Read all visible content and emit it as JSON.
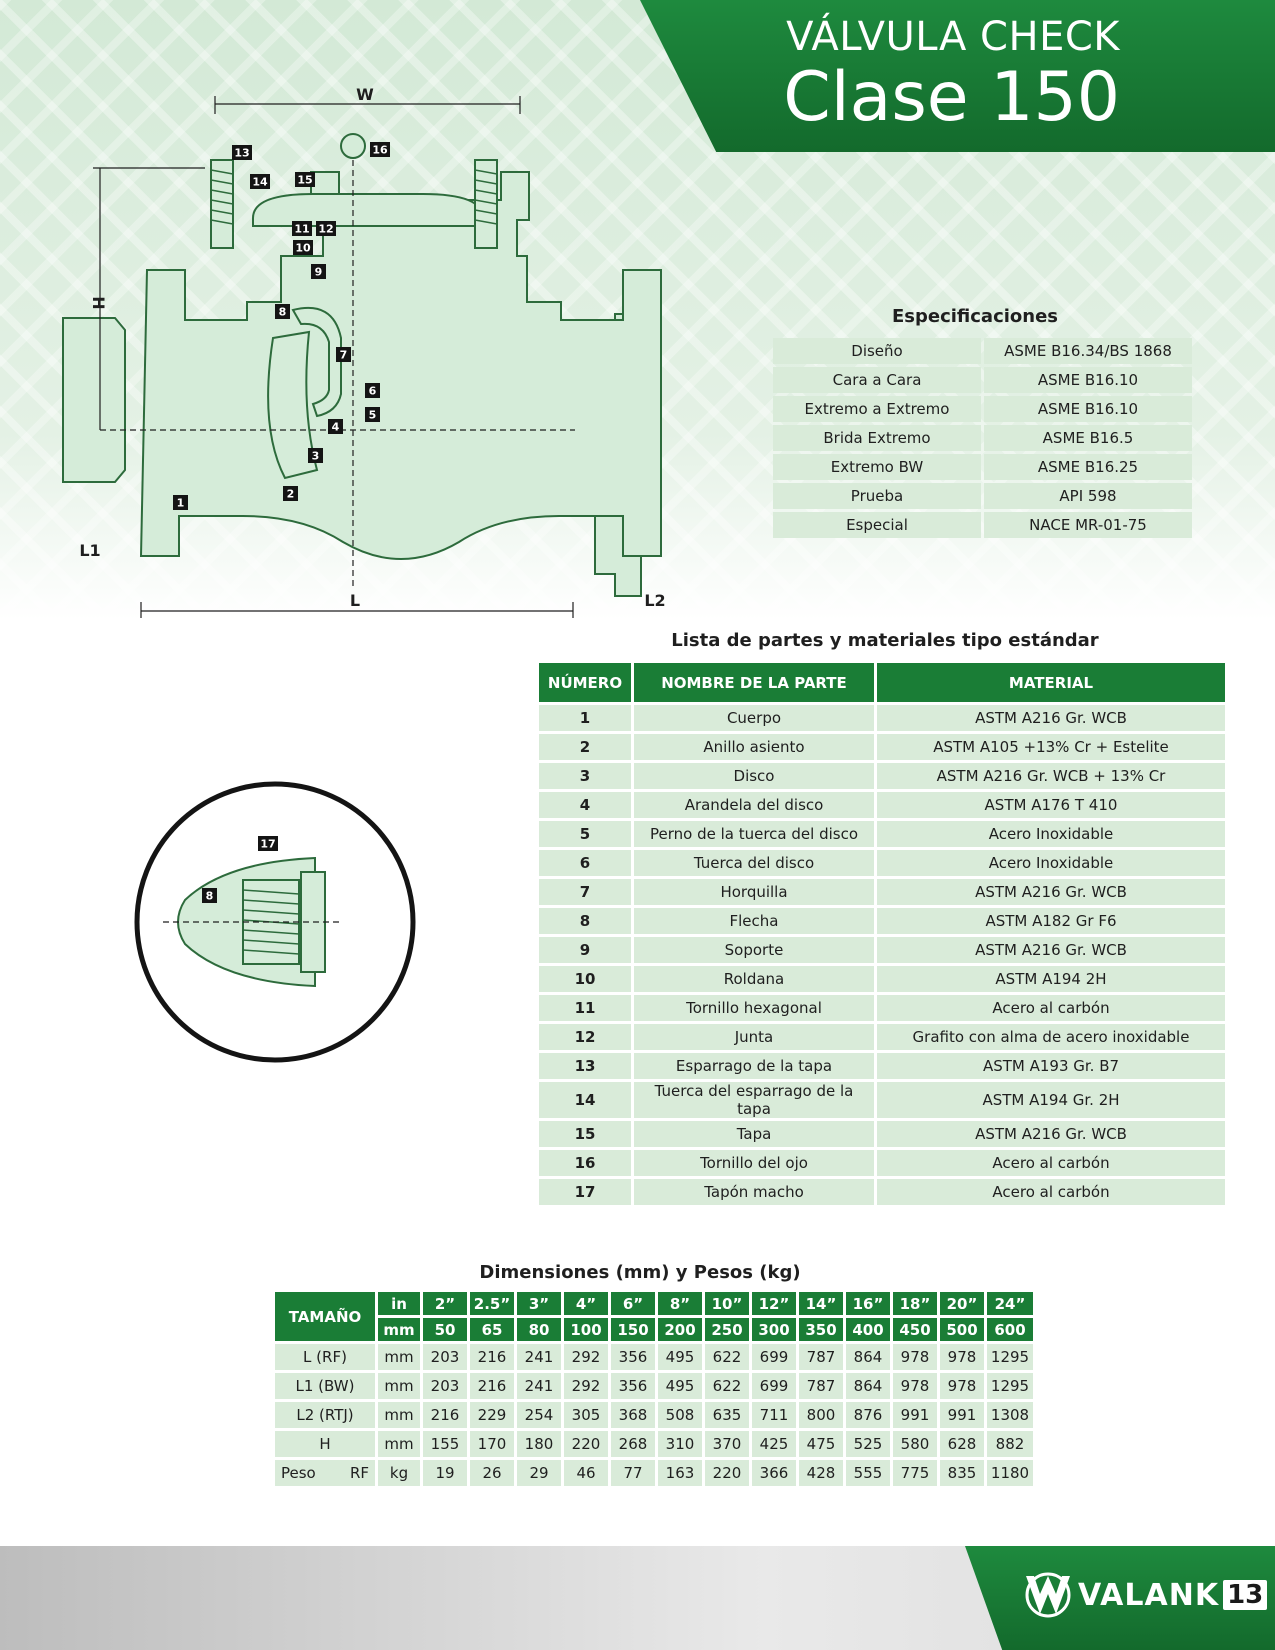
{
  "header": {
    "title_line1": "VÁLVULA CHECK",
    "title_line2": "Clase 150"
  },
  "drawing": {
    "dim_labels": {
      "w": "W",
      "h": "H",
      "l": "L",
      "l1": "L1",
      "l2": "L2"
    },
    "callouts": [
      "1",
      "2",
      "3",
      "4",
      "5",
      "6",
      "7",
      "8",
      "9",
      "10",
      "11",
      "12",
      "13",
      "14",
      "15",
      "16"
    ],
    "detail_callouts": [
      "17",
      "8"
    ]
  },
  "specs": {
    "title": "Especificaciones",
    "rows": [
      {
        "k": "Diseño",
        "v": "ASME B16.34/BS 1868"
      },
      {
        "k": "Cara a Cara",
        "v": "ASME B16.10"
      },
      {
        "k": "Extremo a Extremo",
        "v": "ASME B16.10"
      },
      {
        "k": "Brida Extremo",
        "v": "ASME B16.5"
      },
      {
        "k": "Extremo BW",
        "v": "ASME B16.25"
      },
      {
        "k": "Prueba",
        "v": "API 598"
      },
      {
        "k": "Especial",
        "v": "NACE MR-01-75"
      }
    ]
  },
  "parts": {
    "title": "Lista de partes y materiales tipo estándar",
    "headers": [
      "NÚMERO",
      "NOMBRE DE LA PARTE",
      "MATERIAL"
    ],
    "rows": [
      [
        "1",
        "Cuerpo",
        "ASTM A216 Gr. WCB"
      ],
      [
        "2",
        "Anillo asiento",
        "ASTM A105 +13% Cr + Estelite"
      ],
      [
        "3",
        "Disco",
        "ASTM A216 Gr. WCB + 13% Cr"
      ],
      [
        "4",
        "Arandela del disco",
        "ASTM A176 T 410"
      ],
      [
        "5",
        "Perno de la tuerca del disco",
        "Acero Inoxidable"
      ],
      [
        "6",
        "Tuerca del disco",
        "Acero Inoxidable"
      ],
      [
        "7",
        "Horquilla",
        "ASTM A216 Gr. WCB"
      ],
      [
        "8",
        "Flecha",
        "ASTM A182 Gr F6"
      ],
      [
        "9",
        "Soporte",
        "ASTM A216 Gr. WCB"
      ],
      [
        "10",
        "Roldana",
        "ASTM A194 2H"
      ],
      [
        "11",
        "Tornillo hexagonal",
        "Acero al carbón"
      ],
      [
        "12",
        "Junta",
        "Grafito con alma de acero inoxidable"
      ],
      [
        "13",
        "Esparrago de la tapa",
        "ASTM A193 Gr. B7"
      ],
      [
        "14",
        "Tuerca del esparrago de la tapa",
        "ASTM A194 Gr. 2H"
      ],
      [
        "15",
        "Tapa",
        "ASTM A216 Gr. WCB"
      ],
      [
        "16",
        "Tornillo del ojo",
        "Acero al carbón"
      ],
      [
        "17",
        "Tapón macho",
        "Acero al carbón"
      ]
    ]
  },
  "dimensions": {
    "title": "Dimensiones (mm) y Pesos (kg)",
    "size_label": "TAMAÑO",
    "unit_in": "in",
    "unit_mm": "mm",
    "sizes_in": [
      "2”",
      "2.5”",
      "3”",
      "4”",
      "6”",
      "8”",
      "10”",
      "12”",
      "14”",
      "16”",
      "18”",
      "20”",
      "24”"
    ],
    "sizes_mm": [
      "50",
      "65",
      "80",
      "100",
      "150",
      "200",
      "250",
      "300",
      "350",
      "400",
      "450",
      "500",
      "600"
    ],
    "rows": [
      {
        "label": "L (RF)",
        "unit": "mm",
        "values": [
          "203",
          "216",
          "241",
          "292",
          "356",
          "495",
          "622",
          "699",
          "787",
          "864",
          "978",
          "978",
          "1295"
        ]
      },
      {
        "label": "L1 (BW)",
        "unit": "mm",
        "values": [
          "203",
          "216",
          "241",
          "292",
          "356",
          "495",
          "622",
          "699",
          "787",
          "864",
          "978",
          "978",
          "1295"
        ]
      },
      {
        "label": "L2 (RTJ)",
        "unit": "mm",
        "values": [
          "216",
          "229",
          "254",
          "305",
          "368",
          "508",
          "635",
          "711",
          "800",
          "876",
          "991",
          "991",
          "1308"
        ]
      },
      {
        "label": "H",
        "unit": "mm",
        "values": [
          "155",
          "170",
          "180",
          "220",
          "268",
          "310",
          "370",
          "425",
          "475",
          "525",
          "580",
          "628",
          "882"
        ]
      },
      {
        "label": "Peso",
        "label2": "RF",
        "unit": "kg",
        "values": [
          "19",
          "26",
          "29",
          "46",
          "77",
          "163",
          "220",
          "366",
          "428",
          "555",
          "775",
          "835",
          "1180"
        ]
      }
    ]
  },
  "footer": {
    "logo_text": "VALANK",
    "logo_num": "13"
  },
  "colors": {
    "brand_green": "#1a7d36",
    "cell_green": "#d9ebd9",
    "drawing_fill": "#d5ecd9",
    "drawing_stroke": "#2d6b3c"
  }
}
